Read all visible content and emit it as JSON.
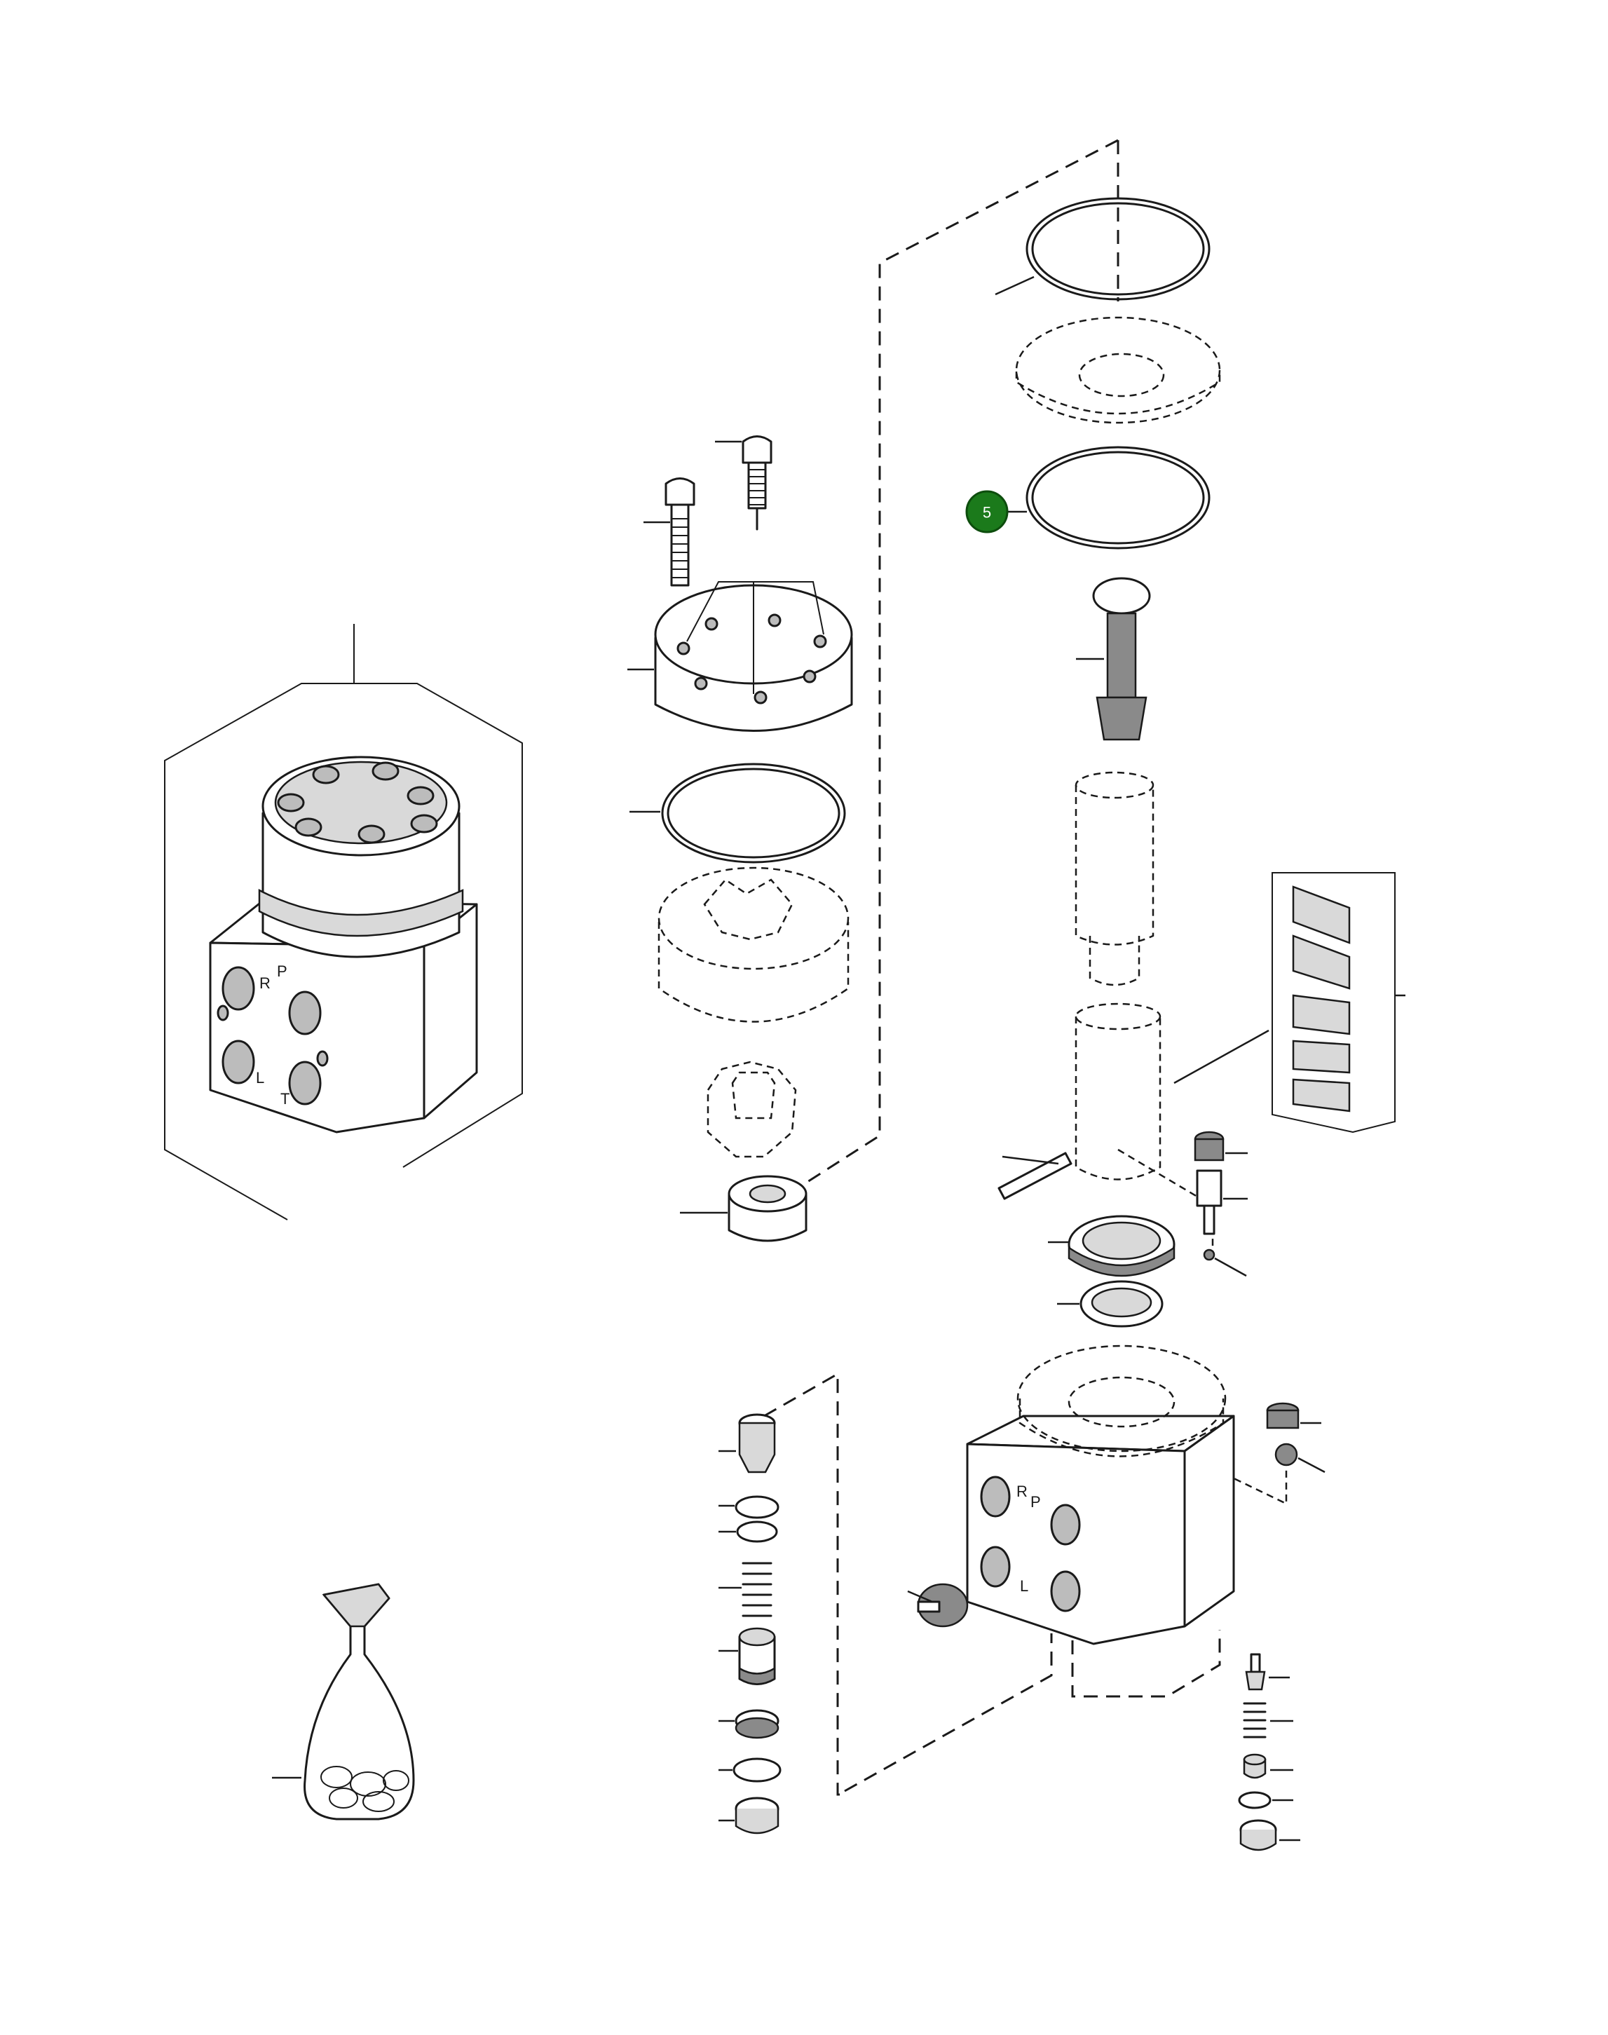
{
  "diagram": {
    "callouts": [
      {
        "id": "5",
        "label": "5",
        "color": "#1b7a1b"
      }
    ],
    "port_labels": {
      "assembled_unit": [
        "P",
        "R",
        "L",
        "T"
      ],
      "housing": [
        "R",
        "P",
        "L"
      ]
    },
    "colors": {
      "line": "#1a1a1a",
      "background": "#ffffff",
      "callout_fill": "#1b7a1b"
    }
  }
}
